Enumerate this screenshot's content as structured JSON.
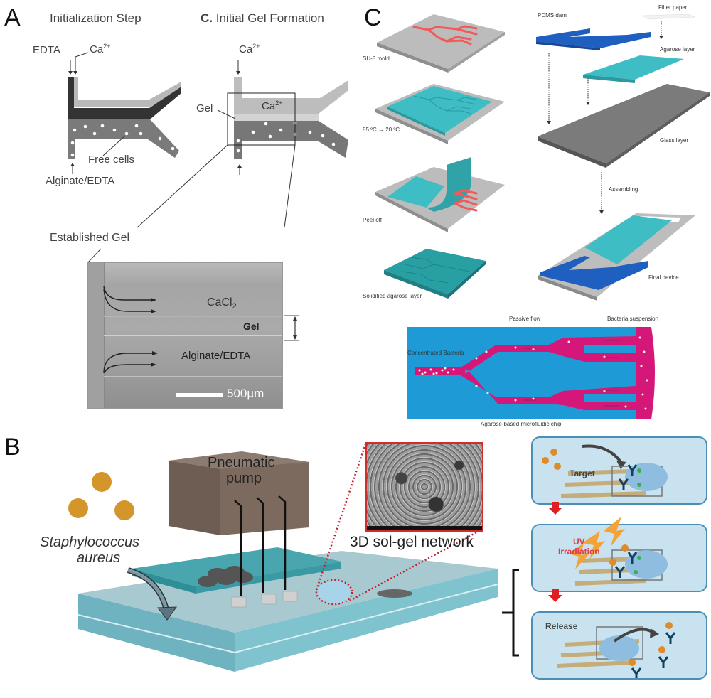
{
  "figure": {
    "panels": {
      "A": {
        "letter": "A",
        "init_title": "Initialization Step",
        "gel_title_prefix": "C.",
        "gel_title": "Initial Gel Formation",
        "edta": "EDTA",
        "ca_left": "Ca",
        "ca_sup": "2+",
        "free_cells": "Free cells",
        "alginate_edta": "Alginate/EDTA",
        "ca_mid": "Ca",
        "ca_inner": "Ca",
        "gel": "Gel",
        "established_gel": "Established Gel",
        "micro": {
          "cacl2": "CaCl",
          "cacl2_sub": "2",
          "gel": "Gel",
          "alginate_edta": "Alginate/EDTA",
          "scale_bar": "500µm"
        }
      },
      "C": {
        "letter": "C",
        "steps": [
          "SU-8 mold",
          "85 ºC → 20 ºC",
          "Peel off",
          "Solidified agarose layer"
        ],
        "assembly": {
          "pdms_dam": "PDMS dam",
          "filter_paper": "Filter paper",
          "agarose_layer": "Agarose layer",
          "glass_layer": "Glass layer",
          "assembling": "Assembling",
          "final_device": "Final device"
        },
        "chip": {
          "passive_flow": "Passive flow",
          "bacteria_suspension": "Bacteria suspension",
          "concentrated_bacteria": "Concentrated Bacteria",
          "caption": "Agarose-based microfluidic chip"
        }
      },
      "B": {
        "letter": "B",
        "pump_line1": "Pneumatic",
        "pump_line2": "pump",
        "organism_line1": "Staphylococcus",
        "organism_line2": "aureus",
        "network": "3D sol-gel network",
        "steps": [
          {
            "label": "Target",
            "color": "#222222"
          },
          {
            "label": "UV\nIrradiation",
            "color": "#e03a4a"
          },
          {
            "label": "Release",
            "color": "#222222"
          }
        ]
      }
    },
    "colors": {
      "agarose_teal": "#2bbcc4",
      "pdms_blue": "#1f5fc0",
      "mold_red": "#f05a5a",
      "chip_blue": "#1e9ad6",
      "chip_magenta": "#d6177a",
      "pump_brown": "#7d6a5e",
      "step_panel": "#c8e3ef",
      "arrow_red": "#e02020"
    }
  }
}
